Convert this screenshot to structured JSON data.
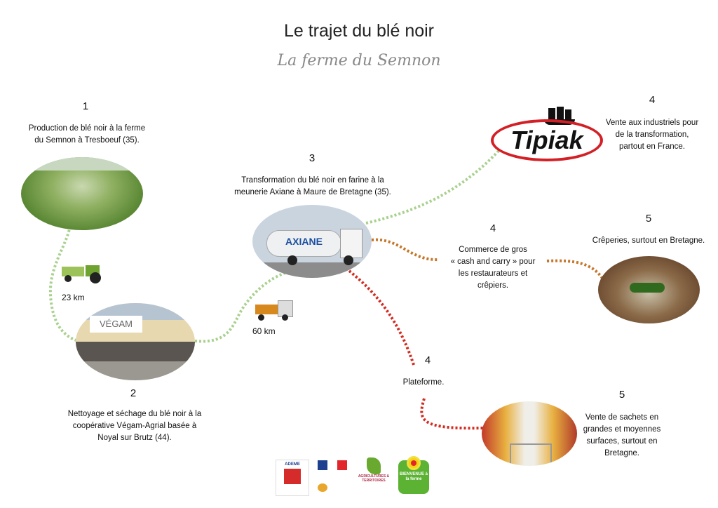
{
  "title": "Le trajet du blé noir",
  "subtitle": "La ferme du Semnon",
  "steps": {
    "s1": {
      "num": "1",
      "lines": [
        "Production de blé noir à la ferme",
        "du Semnon à Tresboeuf  (35)."
      ]
    },
    "s2": {
      "num": "2",
      "lines": [
        "Nettoyage et séchage du blé noir à la",
        "coopérative Végam-Agrial basée à",
        "Noyal sur Brutz (44)."
      ]
    },
    "s3": {
      "num": "3",
      "lines": [
        "Transformation du blé noir en farine à la",
        "meunerie Axiane à Maure de Bretagne (35)."
      ]
    },
    "s4a": {
      "num": "4",
      "lines": [
        "Vente aux industriels pour",
        "de la transformation,",
        "partout en France."
      ]
    },
    "s4b": {
      "num": "4",
      "lines": [
        "Commerce de gros",
        "« cash and carry » pour",
        "les restaurateurs et",
        "crêpiers."
      ]
    },
    "s4c": {
      "num": "4",
      "lines": [
        "Plateforme."
      ]
    },
    "s5a": {
      "num": "5",
      "lines": [
        "Crêperies, surtout en Bretagne."
      ]
    },
    "s5b": {
      "num": "5",
      "lines": [
        "Vente de sachets en",
        "grandes et moyennes",
        "surfaces, surtout en",
        "Bretagne."
      ]
    }
  },
  "distances": {
    "d1": "23 km",
    "d2": "60 km"
  },
  "images": {
    "vegam_sign": "VÉGAM",
    "axiane_truck": "AXIANE",
    "tipiak_logo": "Tipiak"
  },
  "logos": {
    "ademe": "ADEME",
    "agricultures": "AGRICULTURES & TERRITOIRES",
    "bienvenue": "BIENVENUE à la ferme"
  },
  "colors": {
    "green": "#a9d18e",
    "orange": "#c5762a",
    "red": "#d42a20",
    "tipiak_red": "#d31f26"
  }
}
